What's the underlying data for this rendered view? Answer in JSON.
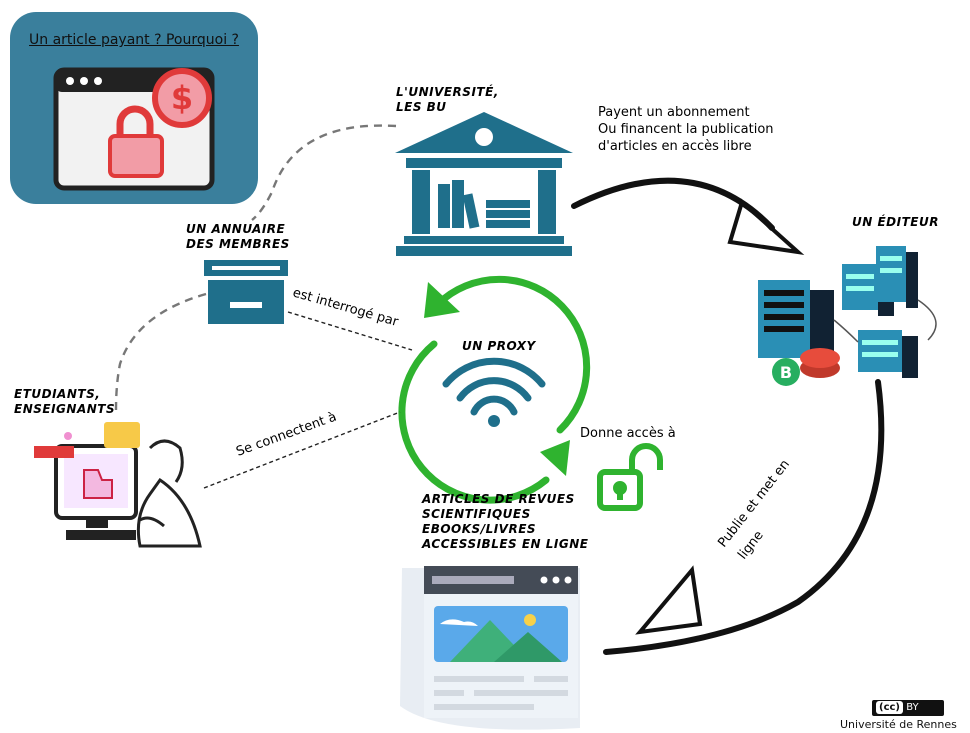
{
  "card": {
    "title": "Un article payant ? Pourquoi ?"
  },
  "nodes": {
    "universite": [
      "L'Université,",
      "Les BU"
    ],
    "editeur": "Un éditeur",
    "annuaire": [
      "Un annuaire",
      "des membres"
    ],
    "etudiants": [
      "Etudiants,",
      "Enseignants"
    ],
    "proxy": "Un proxy",
    "articles": [
      "Articles de revues",
      "scientifiques",
      "Ebooks/livres",
      "accessibles en ligne"
    ]
  },
  "edges": {
    "payent": [
      "Payent un abonnement",
      "Ou financent la publication",
      "d'articles en accès libre"
    ],
    "interroge": "est interrogé par",
    "connecte": "Se connectent à",
    "donne": "Donne accès à",
    "publie": [
      "Publie et met en",
      "ligne"
    ]
  },
  "license": {
    "symbol": "(cc)",
    "label": "BY"
  },
  "institution": "Université de Rennes",
  "colors": {
    "teal": "#1f6f8b",
    "card_bg": "#3a7f9c",
    "green": "#2fb32f",
    "red": "#e03a3a",
    "server": "#2a8fb5"
  },
  "icons": [
    "dollar-icon",
    "lock-icon",
    "bank-icon",
    "server-icon",
    "bitcoin-icon",
    "drawer-icon",
    "wifi-icon",
    "unlock-icon",
    "computer-user-icon",
    "webpage-icon"
  ]
}
